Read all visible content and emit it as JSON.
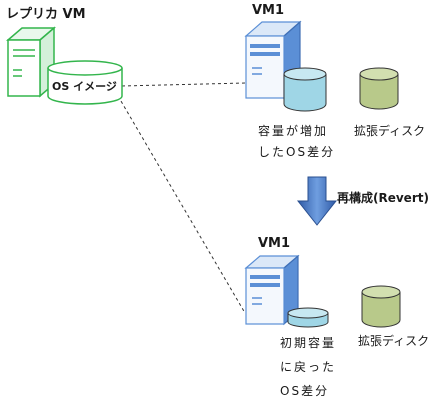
{
  "replica": {
    "title": "レプリカ VM",
    "os_image_label": "OS イメージ"
  },
  "vm_top": {
    "title": "VM1",
    "os_diff_line1": "容量が増加",
    "os_diff_line2": "したOS差分",
    "ext_disk_label": "拡張ディスク"
  },
  "transition": {
    "label": "再構成(Revert)"
  },
  "vm_bottom": {
    "title": "VM1",
    "os_diff_line1": "初期容量",
    "os_diff_line2": "に戻った",
    "os_diff_line3": "OS差分",
    "ext_disk_label": "拡張ディスク"
  },
  "colors": {
    "replica_green": "#33b54c",
    "server_blue": "#5b8fd6",
    "diff_disk": "#9fd6e6",
    "ext_disk": "#b8c98a",
    "arrow_blue": "#3a68b5"
  }
}
